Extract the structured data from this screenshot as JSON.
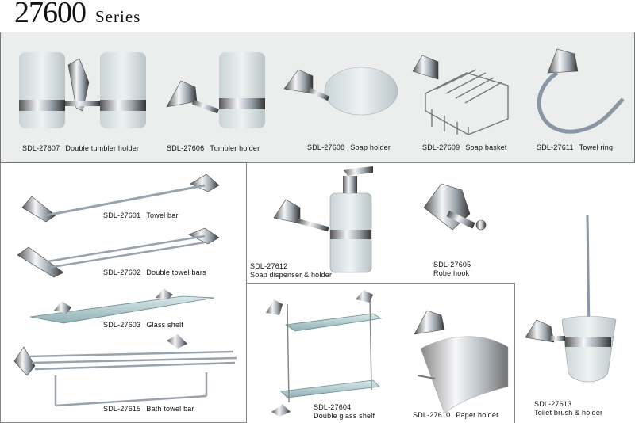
{
  "header": {
    "series_number": "27600",
    "series_label": "Series"
  },
  "products": [
    {
      "code": "SDL-27607",
      "name": "Double tumbler holder"
    },
    {
      "code": "SDL-27606",
      "name": "Tumbler holder"
    },
    {
      "code": "SDL-27608",
      "name": "Soap holder"
    },
    {
      "code": "SDL-27609",
      "name": "Soap basket"
    },
    {
      "code": "SDL-27611",
      "name": "Towel ring"
    },
    {
      "code": "SDL-27601",
      "name": "Towel bar"
    },
    {
      "code": "SDL-27602",
      "name": "Double towel bars"
    },
    {
      "code": "SDL-27603",
      "name": "Glass shelf"
    },
    {
      "code": "SDL-27615",
      "name": "Bath towel bar"
    },
    {
      "code": "SDL-27612",
      "name": "Soap dispenser & holder"
    },
    {
      "code": "SDL-27605",
      "name": "Robe hook"
    },
    {
      "code": "SDL-27604",
      "name": "Double glass shelf"
    },
    {
      "code": "SDL-27610",
      "name": "Paper holder"
    },
    {
      "code": "SDL-27613",
      "name": "Toilet brush & holder"
    }
  ]
}
